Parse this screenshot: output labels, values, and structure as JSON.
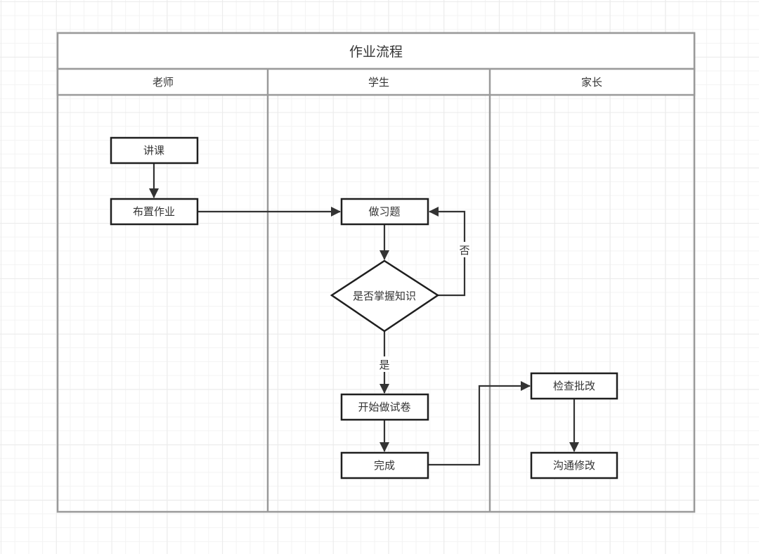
{
  "diagram": {
    "title": "作业流程",
    "lanes": [
      {
        "id": "teacher",
        "label": "老师"
      },
      {
        "id": "student",
        "label": "学生"
      },
      {
        "id": "parent",
        "label": "家长"
      }
    ],
    "nodes": [
      {
        "id": "lecture",
        "label": "讲课",
        "shape": "rect",
        "lane": "teacher"
      },
      {
        "id": "assign",
        "label": "布置作业",
        "shape": "rect",
        "lane": "teacher"
      },
      {
        "id": "exercise",
        "label": "做习题",
        "shape": "rect",
        "lane": "student"
      },
      {
        "id": "decision",
        "label": "是否掌握知识",
        "shape": "diamond",
        "lane": "student"
      },
      {
        "id": "exam",
        "label": "开始做试卷",
        "shape": "rect",
        "lane": "student"
      },
      {
        "id": "done",
        "label": "完成",
        "shape": "rect",
        "lane": "student"
      },
      {
        "id": "check",
        "label": "检查批改",
        "shape": "rect",
        "lane": "parent"
      },
      {
        "id": "communicate",
        "label": "沟通修改",
        "shape": "rect",
        "lane": "parent"
      }
    ],
    "edges": [
      {
        "from": "lecture",
        "to": "assign",
        "label": ""
      },
      {
        "from": "assign",
        "to": "exercise",
        "label": ""
      },
      {
        "from": "exercise",
        "to": "decision",
        "label": ""
      },
      {
        "from": "decision",
        "to": "exercise",
        "label": "否"
      },
      {
        "from": "decision",
        "to": "exam",
        "label": "是"
      },
      {
        "from": "exam",
        "to": "done",
        "label": ""
      },
      {
        "from": "done",
        "to": "check",
        "label": ""
      },
      {
        "from": "check",
        "to": "communicate",
        "label": ""
      }
    ],
    "colors": {
      "frame": "#9a9a9a",
      "node_border": "#1f1f1f",
      "edge": "#333333",
      "text": "#333333"
    }
  }
}
